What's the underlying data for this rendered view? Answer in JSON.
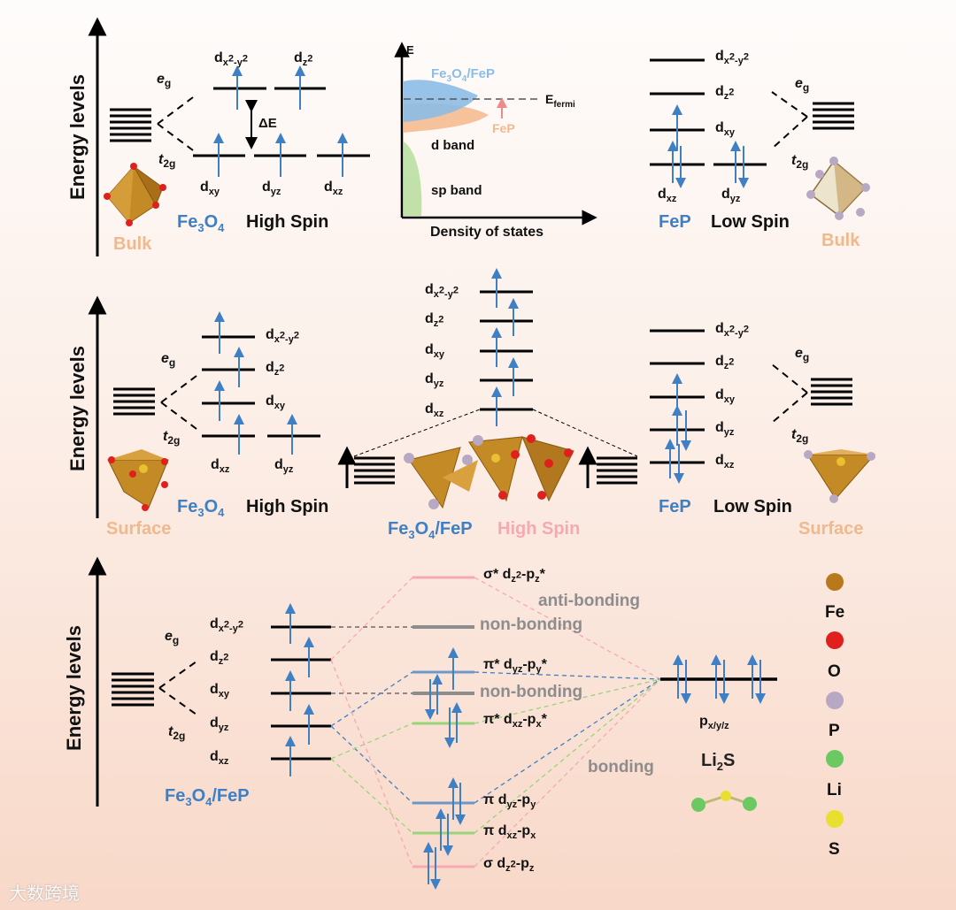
{
  "axis_label": "Energy levels",
  "eg": "e",
  "eg_sub": "g",
  "t2g": "t",
  "t2g_sub": "2g",
  "fe3o4": "Fe3O4",
  "fep": "FeP",
  "fe3o4_fep": "Fe3O4/FeP",
  "high_spin": "High Spin",
  "low_spin": "Low Spin",
  "bulk": "Bulk",
  "surface": "Surface",
  "delta_e": "ΔE",
  "dos": {
    "e_axis": "E",
    "title": "Fe3O4/FeP",
    "fep_label": "FeP",
    "efermi": "E",
    "efermi_sub": "fermi",
    "d_band": "d band",
    "sp_band": "sp band",
    "x_label": "Density of states"
  },
  "orbitals": {
    "dx2y2": "d",
    "dx2y2_sub": "x",
    "dx2y2_sup": "2",
    "dx2y2_sub2": "-y",
    "dx2y2_sup2": "2",
    "dz2": "d",
    "dz2_sub": "z",
    "dz2_sup": "2",
    "dxy": "d",
    "dxy_sub": "xy",
    "dyz": "d",
    "dyz_sub": "yz",
    "dxz": "d",
    "dxz_sub": "xz"
  },
  "mo": {
    "sigma_star": "σ* d",
    "sigma_star_tail": "-p",
    "anti_bonding": "anti-bonding",
    "non_bonding": "non-bonding",
    "pi_star_yz": "π* d",
    "pi_star_xz": "π* d",
    "bonding": "bonding",
    "pi_yz": "π  d",
    "pi_xz": "π  d",
    "sigma": "σ  d",
    "pxyz": "p",
    "pxyz_sub": "x/y/z",
    "li2s": "Li",
    "li2s_sub": "2",
    "li2s_tail": "S"
  },
  "legend": [
    {
      "label": "Fe",
      "color": "#b8791c"
    },
    {
      "label": "O",
      "color": "#e0201c"
    },
    {
      "label": "P",
      "color": "#b8a8c4"
    },
    {
      "label": "Li",
      "color": "#6cc860"
    },
    {
      "label": "S",
      "color": "#e8e030"
    }
  ],
  "watermark": "大数跨境",
  "colors": {
    "blue": "#3f7fc4",
    "peach": "#f0b98c",
    "pink": "#f6a9b0",
    "gray": "#8d8d8d",
    "green": "#9ad37a"
  }
}
